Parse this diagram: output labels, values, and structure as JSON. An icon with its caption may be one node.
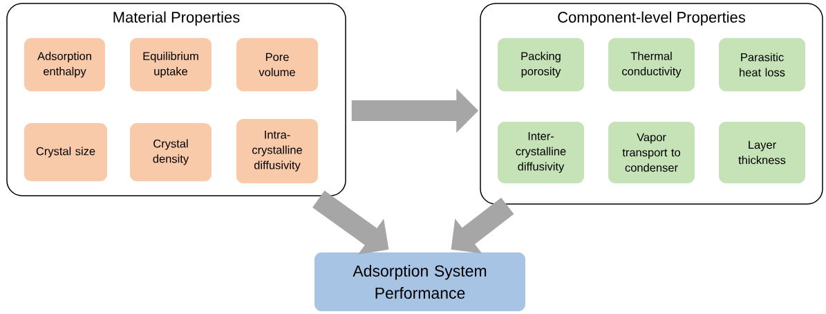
{
  "diagram": {
    "nodes": [
      {
        "text": [
          "Material Properties"
        ]
      },
      {
        "text": [
          "Adsorption enthalpy"
        ],
        "in": 0
      },
      {
        "text": [
          "Equilibrium uptake"
        ],
        "in": 0
      },
      {
        "text": [
          "Pore volume"
        ],
        "in": 0
      },
      {
        "text": [
          "Crystal size"
        ],
        "in": 0
      },
      {
        "text": [
          "Crystal density"
        ],
        "in": 0
      },
      {
        "text": [
          "Intra-crystalline diffusivity"
        ],
        "in": 0
      },
      {
        "text": [
          "Component-level Properties"
        ]
      },
      {
        "text": [
          "Packing porosity"
        ],
        "in": 7
      },
      {
        "text": [
          "Thermal conductivity"
        ],
        "in": 7
      },
      {
        "text": [
          "Parasitic heat loss"
        ],
        "in": 7
      },
      {
        "text": [
          "Inter-crystalline diffusivity"
        ],
        "in": 7
      },
      {
        "text": [
          "Vapor transport to condenser"
        ],
        "in": 7
      },
      {
        "text": [
          "Layer thickness"
        ],
        "in": 7
      },
      {
        "text": [
          "Adsorption System Performance"
        ]
      }
    ],
    "edges": [
      {
        "from": 0,
        "to": 7,
        "arrow": "to"
      },
      {
        "from": 0,
        "to": 14,
        "arrow": "to"
      },
      {
        "from": 7,
        "to": 14,
        "arrow": "to"
      }
    ]
  }
}
